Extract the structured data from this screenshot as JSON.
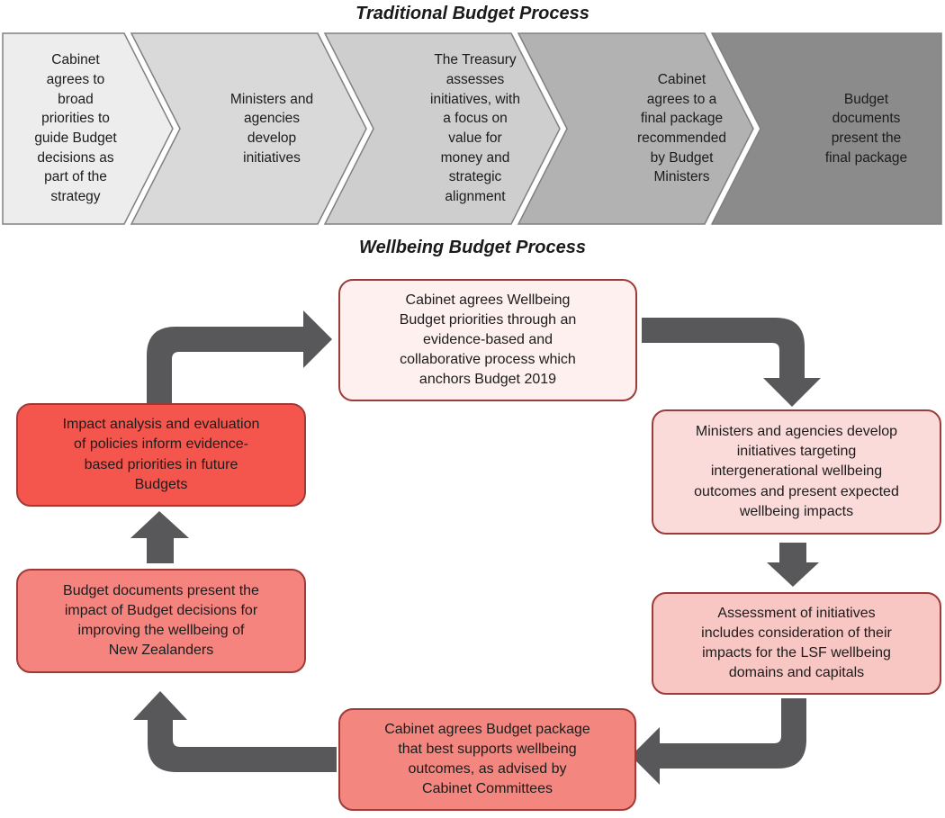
{
  "traditional": {
    "title": "Traditional Budget Process",
    "stroke": "#808080",
    "text_color": "#1a1a1a",
    "steps": [
      {
        "label": "Cabinet\nagrees to\nbroad\npriorities to\nguide Budget\ndecisions as\npart of the\nstrategy",
        "fill": "#ededed"
      },
      {
        "label": "Ministers and\nagencies\ndevelop\ninitiatives",
        "fill": "#d9d9d9"
      },
      {
        "label": "The Treasury\nassesses\ninitiatives, with\na focus on\nvalue for\nmoney and\nstrategic\nalignment",
        "fill": "#cecece"
      },
      {
        "label": "Cabinet\nagrees to a\nfinal package\nrecommended\nby Budget\nMinisters",
        "fill": "#b2b2b2"
      },
      {
        "label": "Budget\ndocuments\npresent the\nfinal package",
        "fill": "#8b8b8b"
      }
    ]
  },
  "wellbeing": {
    "title": "Wellbeing Budget Process",
    "border_color": "#9e3b39",
    "arrow_color": "#58585a",
    "steps": [
      {
        "id": "cabinet-priorities",
        "label": "Cabinet agrees Wellbeing\nBudget priorities through an\nevidence-based and\ncollaborative process which\nanchors Budget 2019",
        "fill": "#fdf0ef"
      },
      {
        "id": "ministers-initiatives",
        "label": "Ministers and agencies develop\ninitiatives targeting\nintergenerational wellbeing\noutcomes and present expected\nwellbeing impacts",
        "fill": "#fadbda"
      },
      {
        "id": "assessment-initiatives",
        "label": "Assessment of initiatives\nincludes consideration of their\nimpacts for the LSF wellbeing\ndomains and capitals",
        "fill": "#f8c6c3"
      },
      {
        "id": "budget-package",
        "label": "Cabinet agrees Budget package\nthat best supports wellbeing\noutcomes, as advised by\nCabinet Committees",
        "fill": "#f3867f"
      },
      {
        "id": "budget-documents",
        "label": "Budget documents present the\nimpact of Budget decisions for\nimproving the wellbeing of\nNew Zealanders",
        "fill": "#f5837e"
      },
      {
        "id": "impact-analysis",
        "label": "Impact analysis and evaluation\nof policies inform evidence-\nbased priorities in future\nBudgets",
        "fill": "#f4564e"
      }
    ]
  }
}
